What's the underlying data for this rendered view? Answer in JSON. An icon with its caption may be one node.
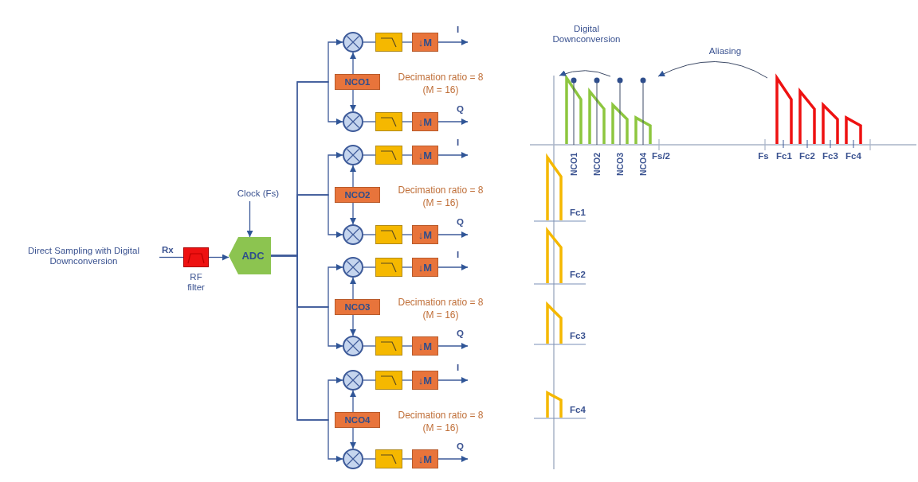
{
  "diagram": {
    "nodes": [
      {
        "text": [],
        "shape": "box",
        "beside": [
          "RF filter"
        ]
      },
      {
        "text": [
          "Clock (Fs)"
        ]
      },
      {
        "text": [
          "ADC"
        ]
      },
      {
        "text": [],
        "shape": "circle"
      },
      {
        "text": [],
        "shape": "box"
      },
      {
        "text": [
          "↓M"
        ]
      },
      {
        "text": [
          "NCO1"
        ]
      },
      {
        "text": [],
        "shape": "circle"
      },
      {
        "text": [],
        "shape": "box"
      },
      {
        "text": [
          "↓M"
        ]
      },
      {
        "text": [],
        "shape": "circle"
      },
      {
        "text": [],
        "shape": "box"
      },
      {
        "text": [
          "↓M"
        ]
      },
      {
        "text": [
          "NCO2"
        ]
      },
      {
        "text": [],
        "shape": "circle"
      },
      {
        "text": [],
        "shape": "box"
      },
      {
        "text": [
          "↓M"
        ]
      },
      {
        "text": [],
        "shape": "circle"
      },
      {
        "text": [],
        "shape": "box"
      },
      {
        "text": [
          "↓M"
        ]
      },
      {
        "text": [
          "NCO3"
        ]
      },
      {
        "text": [],
        "shape": "circle"
      },
      {
        "text": [],
        "shape": "box"
      },
      {
        "text": [
          "↓M"
        ]
      },
      {
        "text": [],
        "shape": "circle"
      },
      {
        "text": [],
        "shape": "box"
      },
      {
        "text": [
          "↓M"
        ]
      },
      {
        "text": [
          "NCO4"
        ]
      },
      {
        "text": [],
        "shape": "circle"
      },
      {
        "text": [],
        "shape": "box"
      },
      {
        "text": [
          "↓M"
        ]
      }
    ],
    "edges": [
      {
        "from": null,
        "to": 0,
        "arrow": "none",
        "label": "Rx"
      },
      {
        "from": 0,
        "to": 2,
        "arrow": "to"
      },
      {
        "from": 1,
        "to": 2,
        "arrow": "to"
      },
      {
        "from": 2,
        "to": 3,
        "arrow": "to"
      },
      {
        "from": 2,
        "to": 7,
        "arrow": "to"
      },
      {
        "from": 6,
        "to": 3,
        "arrow": "to"
      },
      {
        "from": 6,
        "to": 7,
        "arrow": "to"
      },
      {
        "from": 3,
        "to": 4,
        "arrow": "none"
      },
      {
        "from": 4,
        "to": 5,
        "arrow": "none"
      },
      {
        "from": 5,
        "to": null,
        "arrow": "to",
        "label": "I"
      },
      {
        "from": 7,
        "to": 8,
        "arrow": "none"
      },
      {
        "from": 8,
        "to": 9,
        "arrow": "none"
      },
      {
        "from": 9,
        "to": null,
        "arrow": "to",
        "label": "Q"
      },
      {
        "from": 2,
        "to": 10,
        "arrow": "to"
      },
      {
        "from": 2,
        "to": 14,
        "arrow": "to"
      },
      {
        "from": 13,
        "to": 10,
        "arrow": "to"
      },
      {
        "from": 13,
        "to": 14,
        "arrow": "to"
      },
      {
        "from": 10,
        "to": 11,
        "arrow": "none"
      },
      {
        "from": 11,
        "to": 12,
        "arrow": "none"
      },
      {
        "from": 12,
        "to": null,
        "arrow": "to",
        "label": "I"
      },
      {
        "from": 14,
        "to": 15,
        "arrow": "none"
      },
      {
        "from": 15,
        "to": 16,
        "arrow": "none"
      },
      {
        "from": 16,
        "to": null,
        "arrow": "to",
        "label": "Q"
      },
      {
        "from": 2,
        "to": 17,
        "arrow": "to"
      },
      {
        "from": 2,
        "to": 21,
        "arrow": "to"
      },
      {
        "from": 20,
        "to": 17,
        "arrow": "to"
      },
      {
        "from": 20,
        "to": 21,
        "arrow": "to"
      },
      {
        "from": 17,
        "to": 18,
        "arrow": "none"
      },
      {
        "from": 18,
        "to": 19,
        "arrow": "none"
      },
      {
        "from": 19,
        "to": null,
        "arrow": "to",
        "label": "I"
      },
      {
        "from": 21,
        "to": 22,
        "arrow": "none"
      },
      {
        "from": 22,
        "to": 23,
        "arrow": "none"
      },
      {
        "from": 23,
        "to": null,
        "arrow": "to",
        "label": "Q"
      },
      {
        "from": 2,
        "to": 24,
        "arrow": "to"
      },
      {
        "from": 2,
        "to": 28,
        "arrow": "to"
      },
      {
        "from": 27,
        "to": 24,
        "arrow": "to"
      },
      {
        "from": 27,
        "to": 28,
        "arrow": "to"
      },
      {
        "from": 24,
        "to": 25,
        "arrow": "none"
      },
      {
        "from": 25,
        "to": 26,
        "arrow": "none"
      },
      {
        "from": 26,
        "to": null,
        "arrow": "to",
        "label": "I"
      },
      {
        "from": 28,
        "to": 29,
        "arrow": "none"
      },
      {
        "from": 29,
        "to": 30,
        "arrow": "none"
      },
      {
        "from": 30,
        "to": null,
        "arrow": "to",
        "label": "Q"
      }
    ],
    "labels": [
      "Direct Sampling with Digital Downconversion",
      "Decimation ratio = 8 (M = 16)",
      "Decimation ratio = 8 (M = 16)",
      "Decimation ratio = 8 (M = 16)",
      "Decimation ratio = 8 (M = 16)",
      "Digital Downconversion",
      "Aliasing",
      "NCO1",
      "NCO2",
      "NCO3",
      "NCO4",
      "Fs/2",
      "Fs",
      "Fc1",
      "Fc2",
      "Fc3",
      "Fc4",
      "Fc1",
      "Fc2",
      "Fc3",
      "Fc4"
    ]
  }
}
